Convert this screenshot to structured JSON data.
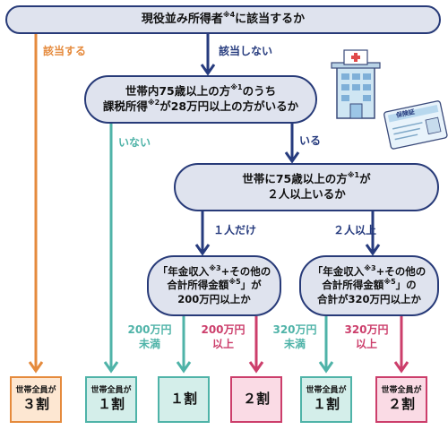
{
  "questions": {
    "q1": {
      "text": "現役並み所得者",
      "note": "※4",
      "tail": "に該当するか"
    },
    "q2": {
      "line1_a": "世帯内75歳以上の方",
      "line1_note": "※1",
      "line1_b": "のうち",
      "line2_a": "課税所得",
      "line2_note": "※2",
      "line2_b": "が28万円以上の方がいるか"
    },
    "q3": {
      "line1_a": "世帯に75歳以上の方",
      "line1_note": "※1",
      "line1_b": "が",
      "line2": "２人以上いるか"
    },
    "q4": {
      "line1_a": "「年金収入",
      "line1_note": "※3",
      "line1_b": "+その他の",
      "line2_a": "合計所得金額",
      "line2_note": "※5",
      "line2_b": "」が",
      "line3": "200万円以上か"
    },
    "q5": {
      "line1_a": "「年金収入",
      "line1_note": "※3",
      "line1_b": "+その他の",
      "line2_a": "合計所得金額",
      "line2_note": "※5",
      "line2_b": "」の",
      "line3": "合計が320万円以上か"
    }
  },
  "branches": {
    "yes_q1": "該当する",
    "no_q1": "該当しない",
    "no_q2": "いない",
    "yes_q2": "いる",
    "one_q3": "１人だけ",
    "two_q3": "２人以上",
    "q4_under": [
      "200万円",
      "未満"
    ],
    "q4_over": [
      "200万円",
      "以上"
    ],
    "q5_under": [
      "320万円",
      "未満"
    ],
    "q5_over": [
      "320万円",
      "以上"
    ]
  },
  "results": [
    {
      "sub": "世帯全員が",
      "main": "３割"
    },
    {
      "sub": "世帯全員が",
      "main": "１割"
    },
    {
      "sub": "",
      "main": "１割"
    },
    {
      "sub": "",
      "main": "２割"
    },
    {
      "sub": "世帯全員が",
      "main": "１割"
    },
    {
      "sub": "世帯全員が",
      "main": "２割"
    }
  ],
  "card": {
    "title": "保険証"
  },
  "colors": {
    "navy": "#263b7e",
    "orange": "#e58a3c",
    "teal": "#4fb3a8",
    "pink": "#cc3e6b"
  },
  "icons": [
    "hospital-icon",
    "insurance-card-icon"
  ]
}
